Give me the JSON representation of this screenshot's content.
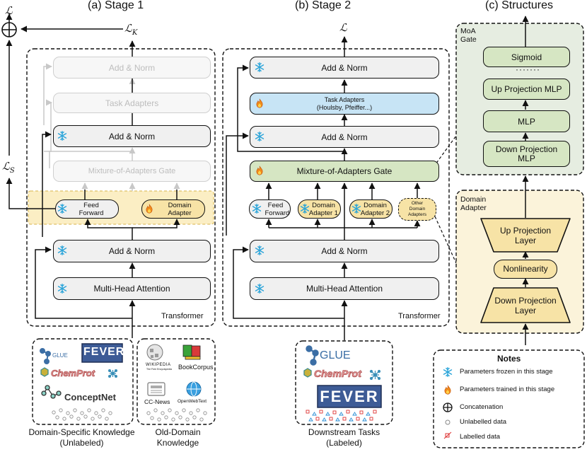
{
  "titles": {
    "stage1": "(a) Stage 1",
    "stage2": "(b) Stage 2",
    "structures": "(c) Structures"
  },
  "math": {
    "L": "ℒ",
    "LK": "ℒ",
    "LK_sub": "K",
    "LS": "ℒ",
    "LS_sub": "S",
    "L2": "ℒ"
  },
  "stage1": {
    "add_norm_top": "Add & Norm",
    "task_adapters": "Task Adapters",
    "add_norm_mid": "Add & Norm",
    "moa_gate": "Mixture-of-Adapters Gate",
    "feed_forward": "Feed Forward",
    "domain_adapter": "Domain Adapter",
    "add_norm_low": "Add & Norm",
    "mha": "Multi-Head Attention",
    "transformer": "Transformer"
  },
  "stage2": {
    "add_norm_top": "Add & Norm",
    "task_adapters": "Task Adapters",
    "task_adapters_sub": "(Houlsby, Pfeiffer...)",
    "add_norm_mid": "Add & Norm",
    "moa_gate": "Mixture-of-Adapters Gate",
    "feed_forward": "Feed Forward",
    "domain_adapter_1": "Domain Adapter 1",
    "domain_adapter_2": "Domain Adapter 2",
    "other_adapters": "Other Domain Adapters",
    "add_norm_low": "Add & Norm",
    "mha": "Multi-Head Attention",
    "transformer": "Transformer"
  },
  "structures": {
    "moa_label": "MoA Gate",
    "sigmoid": "Sigmoid",
    "dots": "·······",
    "up_mlp": "Up Projection MLP",
    "mlp": "MLP",
    "down_mlp": "Down Projection MLP",
    "domain_adapter_label": "Domain Adapter",
    "up_layer": "Up Projection Layer",
    "nonlinearity": "Nonlinearity",
    "down_layer": "Down Projection Layer"
  },
  "data_sources": {
    "glue": "GLUE",
    "fever": "FEVER",
    "chemprot": "ChemProt",
    "conceptnet": "ConceptNet",
    "wikipedia": "WIKIPEDIA",
    "wikipedia_sub": "The Free Encyclopedia",
    "bookcorpus": "BookCorpus",
    "ccnews": "CC-News",
    "openwebtext": "OpenWebText",
    "domain_specific": "Domain-Specific Knowledge",
    "domain_specific_sub": "(Unlabeled)",
    "old_domain": "Old-Domain",
    "old_domain_sub": "Knowledge",
    "downstream": "Downstream Tasks",
    "downstream_sub": "(Labeled)"
  },
  "notes": {
    "title": "Notes",
    "frozen": "Parameters frozen in this stage",
    "trained": "Parameters trained in this stage",
    "concat": "Concatenation",
    "unlabelled": "Unlabelled data",
    "labelled": "Labelled data"
  },
  "colors": {
    "green": "#d6e6c3",
    "yellow": "#f7e3a6",
    "blue": "#c7e4f5",
    "gray": "#f0f0f0",
    "snow": "#2aa4d9",
    "fire": "#f08a1c",
    "fever": "#3d5b96",
    "chemprot": "#c0392b"
  }
}
